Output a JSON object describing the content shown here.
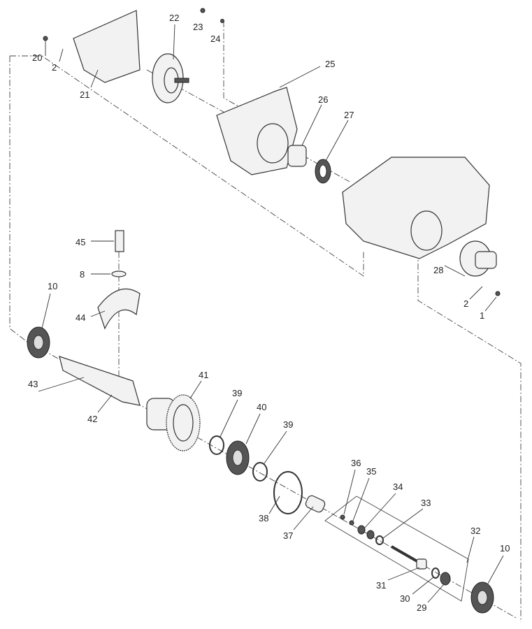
{
  "diagram": {
    "type": "exploded-parts-view",
    "callouts": [
      "20",
      "2",
      "21",
      "22",
      "23",
      "24",
      "25",
      "26",
      "27",
      "45",
      "8",
      "44",
      "10",
      "43",
      "42",
      "41",
      "39",
      "40",
      "39",
      "38",
      "37",
      "36",
      "35",
      "34",
      "33",
      "32",
      "31",
      "30",
      "29",
      "10",
      "28",
      "2",
      "1"
    ]
  }
}
